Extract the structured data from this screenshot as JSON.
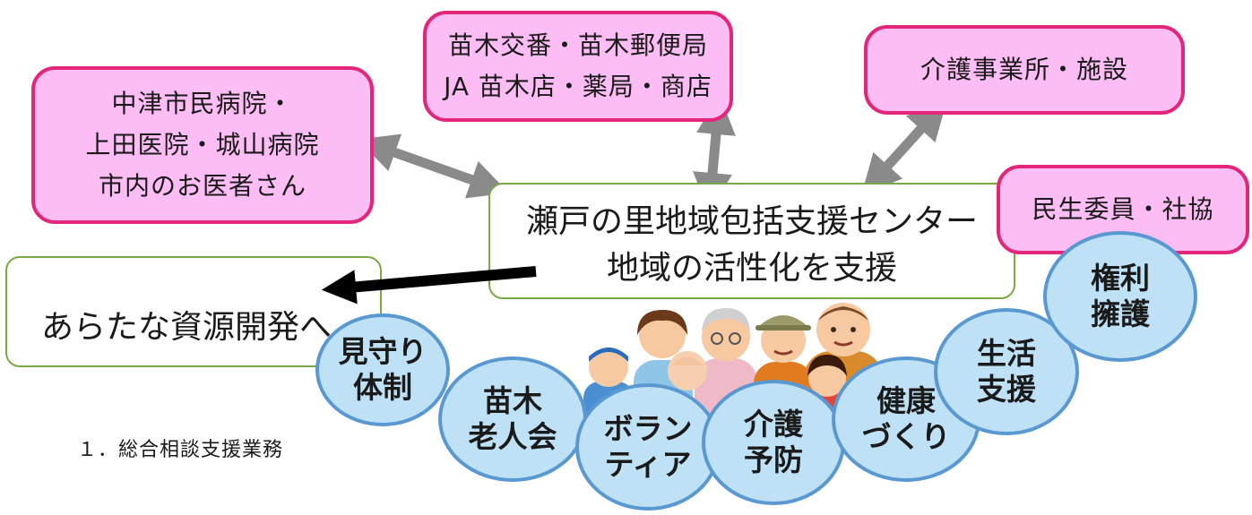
{
  "boxes": {
    "hospital": [
      "中津市民病院・",
      "上田医院・城山病院",
      "市内のお医者さん"
    ],
    "local": [
      "苗木交番・苗木郵便局",
      "JA 苗木店・薬局・商店"
    ],
    "care": [
      "介護事業所・施設"
    ],
    "welfare": [
      "民生委員・社協"
    ]
  },
  "center": [
    "瀬戸の里地域包括支援センター",
    "地域の活性化を支援"
  ],
  "new_resource": "あらたな資源開発へ",
  "circles": {
    "watch": [
      "見守り",
      "体制"
    ],
    "elders": [
      "苗木",
      "老人会"
    ],
    "volunteer": [
      "ボランティア",
      "ティア"
    ],
    "volunteer_parts": [
      "ボラン",
      "ティア"
    ],
    "prevention": [
      "介護",
      "予防"
    ],
    "health": [
      "健康",
      "づくり"
    ],
    "life": [
      "生活",
      "支援"
    ],
    "rights": [
      "権利",
      "擁護"
    ]
  },
  "caption": "１．総合相談支援業務",
  "colors": {
    "pink_fill": "#fbbdf3",
    "pink_border": "#e3267a",
    "green_border": "#7aaa45",
    "circle_fill": "#bfe1f5",
    "circle_border": "#5a98d2",
    "arrow_gray": "#8a8a8a"
  },
  "illustration": "family-illustration"
}
